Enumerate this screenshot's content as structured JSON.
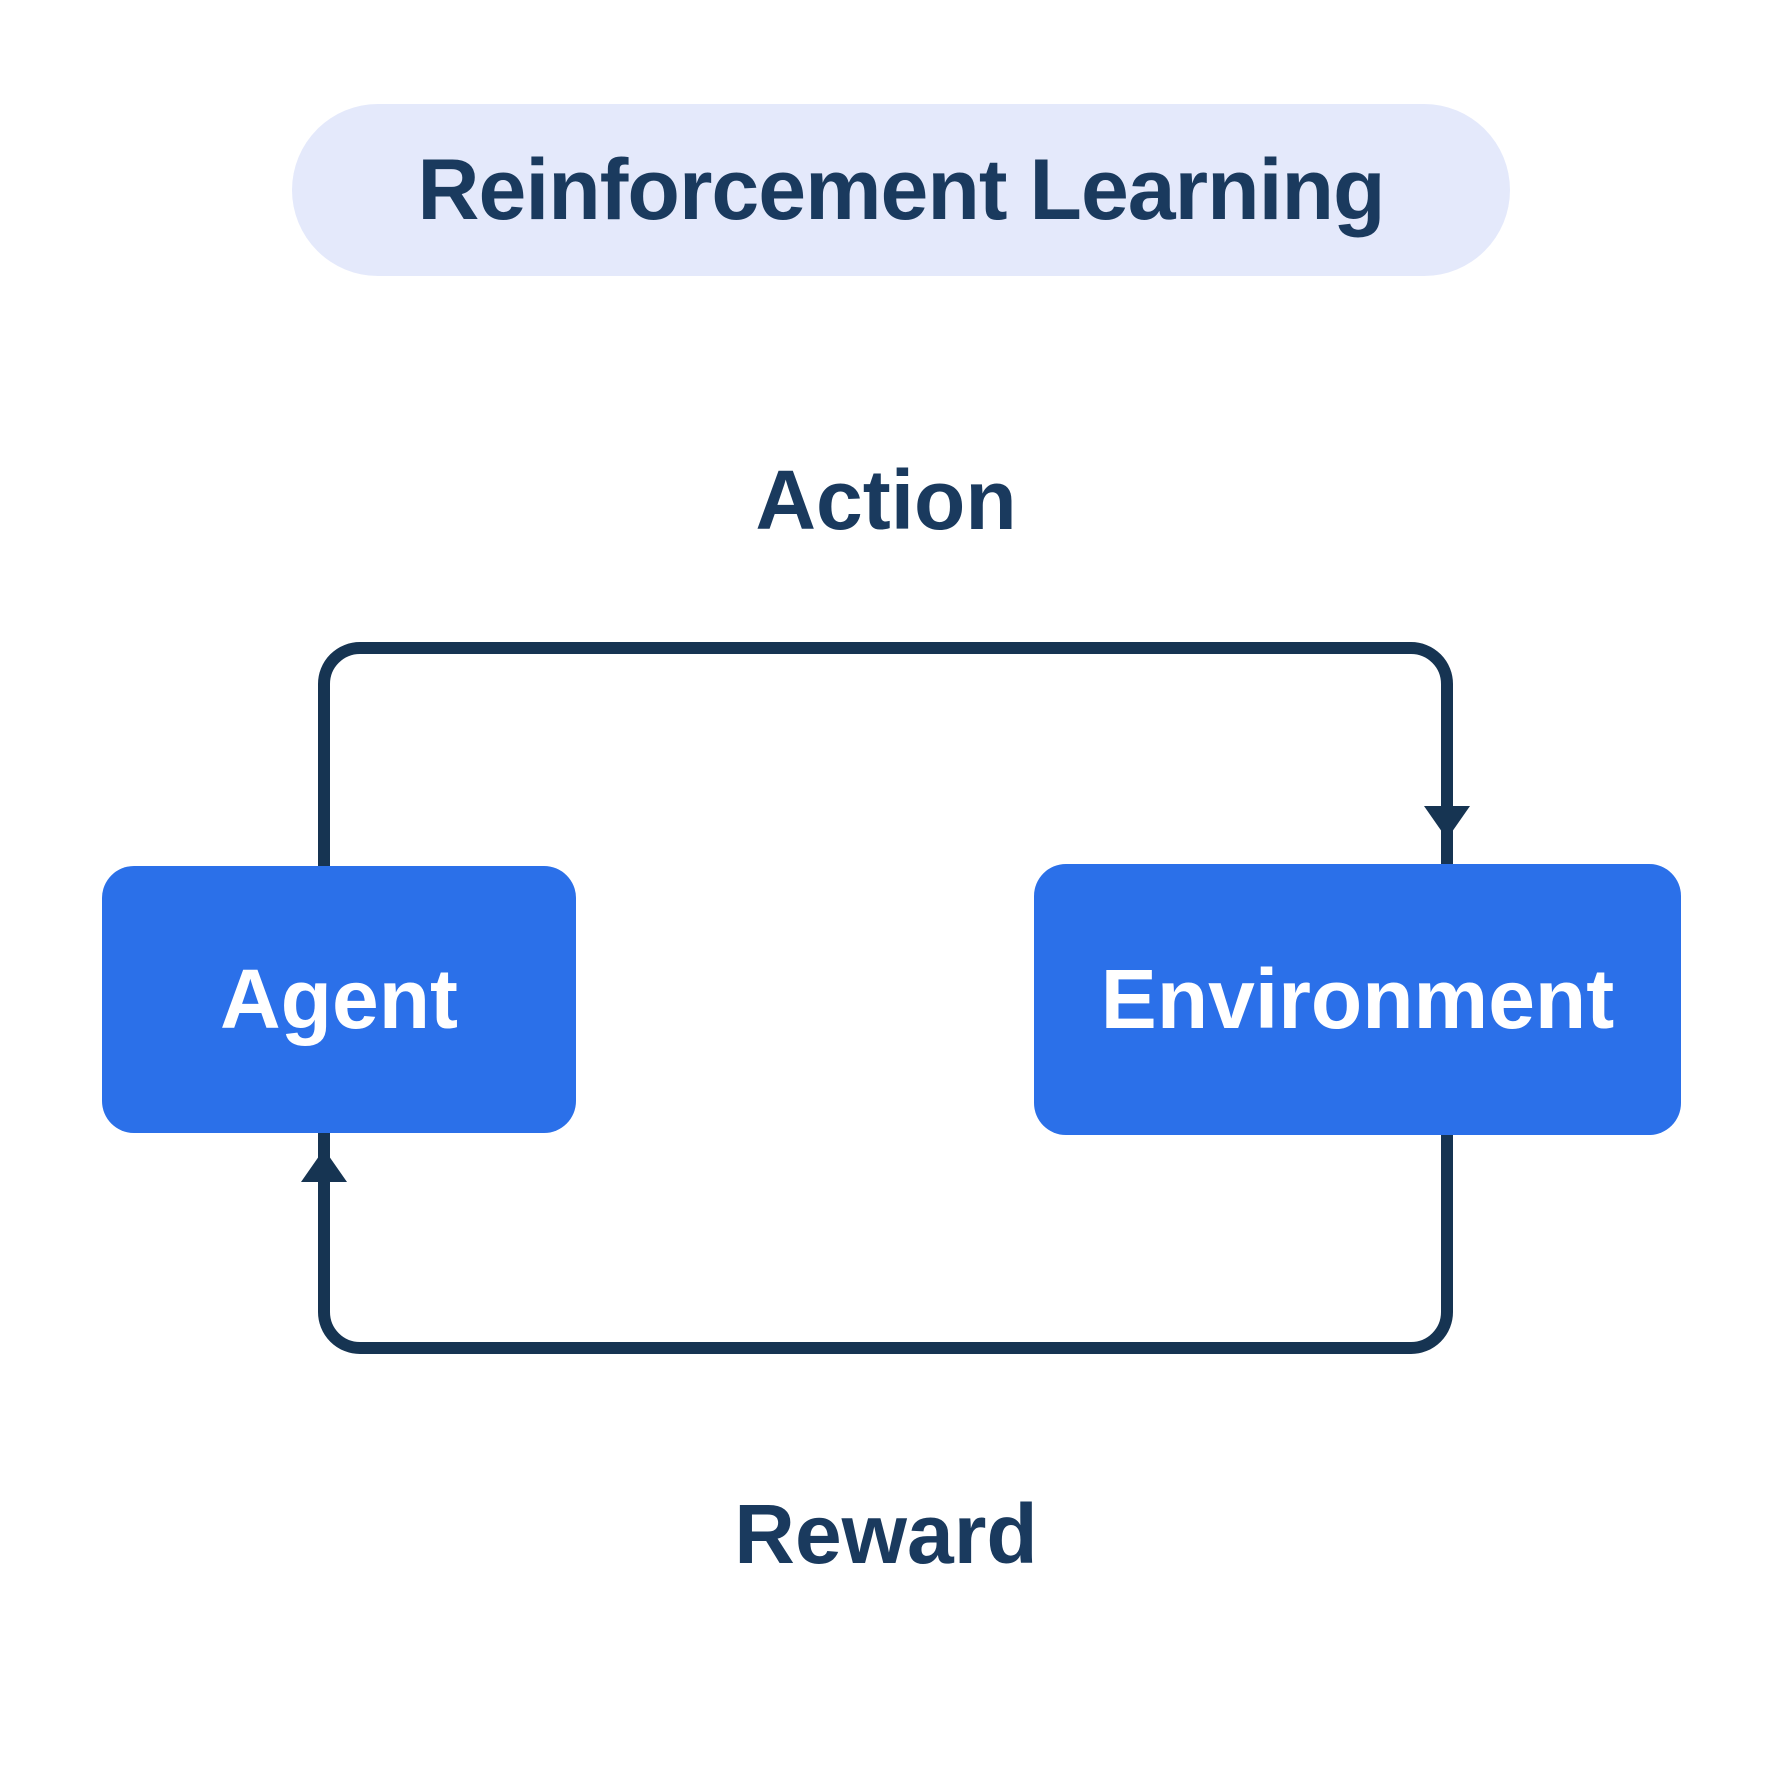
{
  "diagram": {
    "title": "Reinforcement Learning",
    "nodes": [
      {
        "id": "agent",
        "label": "Agent"
      },
      {
        "id": "environment",
        "label": "Environment"
      }
    ],
    "edges": [
      {
        "id": "action",
        "label": "Action",
        "from": "agent",
        "to": "environment",
        "arrow_direction": "down-into-environment"
      },
      {
        "id": "reward",
        "label": "Reward",
        "from": "environment",
        "to": "agent",
        "arrow_direction": "up-into-agent"
      }
    ],
    "colors": {
      "background": "#ffffff",
      "title_pill_bg": "#e4e9fb",
      "title_text": "#1a3a5e",
      "edge_label_text": "#1a3a5e",
      "edge_line": "#163452",
      "node_fill": "#2b70e9",
      "node_text": "#ffffff"
    }
  }
}
